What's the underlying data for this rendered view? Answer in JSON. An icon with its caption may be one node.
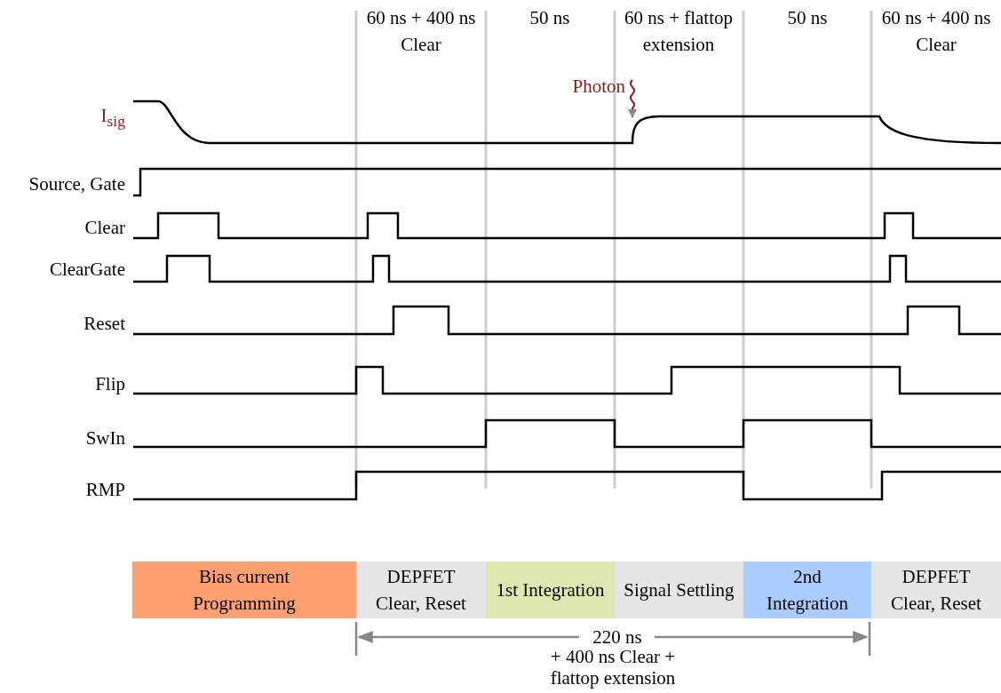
{
  "diagram": {
    "nodes": [
      {
        "text": [
          "Bias current Programming"
        ]
      },
      {
        "text": [
          "DEPFET Clear, Reset"
        ]
      },
      {
        "text": [
          "1st Integration"
        ]
      },
      {
        "text": [
          "Signal Settling"
        ]
      },
      {
        "text": [
          "2nd Integration"
        ]
      },
      {
        "text": [
          "DEPFET Clear, Reset"
        ]
      }
    ],
    "edges": [],
    "labels": [
      "60 ns + 400 ns Clear",
      "50 ns",
      "60 ns + flattop extension",
      "50 ns",
      "60 ns + 400 ns Clear",
      "Photon",
      "I$_{sig}$",
      "Source, Gate",
      "Clear",
      "ClearGate",
      "Reset",
      "Flip",
      "SwIn",
      "RMP",
      "220 ns",
      "+ 400 ns Clear + flattop extension"
    ]
  }
}
